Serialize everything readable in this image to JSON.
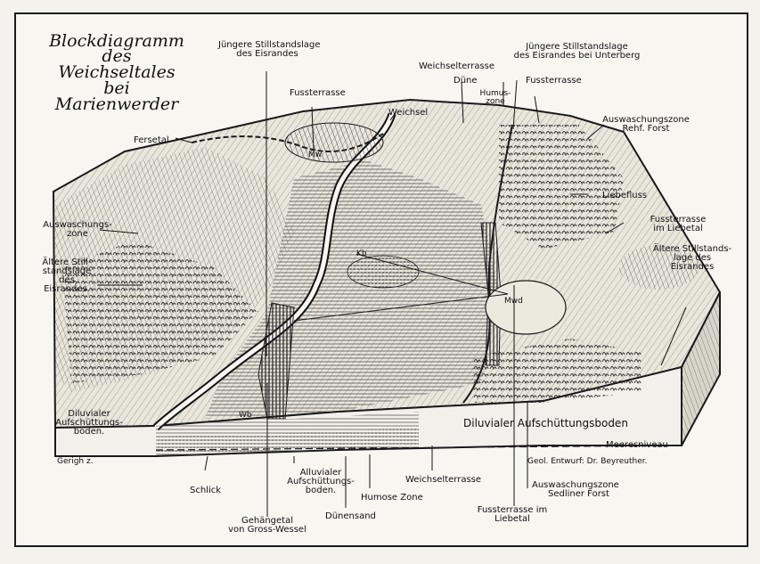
{
  "title_lines": [
    "Blockdiagramm",
    "des",
    "Weichseltales",
    "bei",
    "Marienwerder"
  ],
  "labels": {
    "juengere_stillstand_1": [
      "Jüngere Stillstandslage",
      "des Eisrandes"
    ],
    "juengere_stillstand_2": [
      "Jüngere Stillstandslage",
      "des Eisrandes bei Unterberg"
    ],
    "weichselterrasse_top": "Weichselterrasse",
    "fussterrasse_1": "Fussterrasse",
    "weichsel": "Weichsel",
    "duene": "Düne",
    "humuszone_top": [
      "Humus-",
      "zone"
    ],
    "fussterrasse_2": "Fussterrasse",
    "auswaschungszone_rehf": [
      "Auswaschungszone",
      "Rehf. Forst"
    ],
    "fersetal": "Fersetal",
    "liebefluss": "Liebefluss",
    "auswaschungszone_left": [
      "Auswaschungs-",
      "zone"
    ],
    "fussterrasse_liebetal": [
      "Fussterrasse",
      "im Liebetal"
    ],
    "aeltere_stillstand_right": [
      "Ältere Stillstands-",
      "lage des",
      "Eisrandes"
    ],
    "aeltere_stillstand_left": [
      "Ältere Still-",
      "standslage",
      "des",
      "Eisrandes."
    ],
    "diluvialer_left": [
      "Diluvialer",
      "Aufschüttungs-",
      "boden."
    ],
    "diluvialer_bottom": "Diluvialer Aufschüttungsboden",
    "meeresniveau": "Meeresniveau",
    "geol_entwurf": "Geol. Entwurf: Dr. Beyreuther.",
    "gerigh": "Gerigh z.",
    "schlick": "Schlick",
    "alluvialer": [
      "Alluvialer",
      "Aufschüttungs-",
      "boden."
    ],
    "humose_zone": "Humose Zone",
    "weichselterrasse_bottom": "Weichselterrasse",
    "auswaschungszone_sedliner": [
      "Auswaschungszone",
      "Sedliner Forst"
    ],
    "gehaengetal": [
      "Gehängetal",
      "von Gross-Wessel"
    ],
    "duenensand": "Dünensand",
    "fussterrasse_liebetal_bottom": [
      "Fussterrasse im",
      "Liebetal"
    ],
    "map_mw": "Mw",
    "map_kb": "Kb",
    "map_mwd": "Mwd",
    "map_wb": "Wb"
  }
}
